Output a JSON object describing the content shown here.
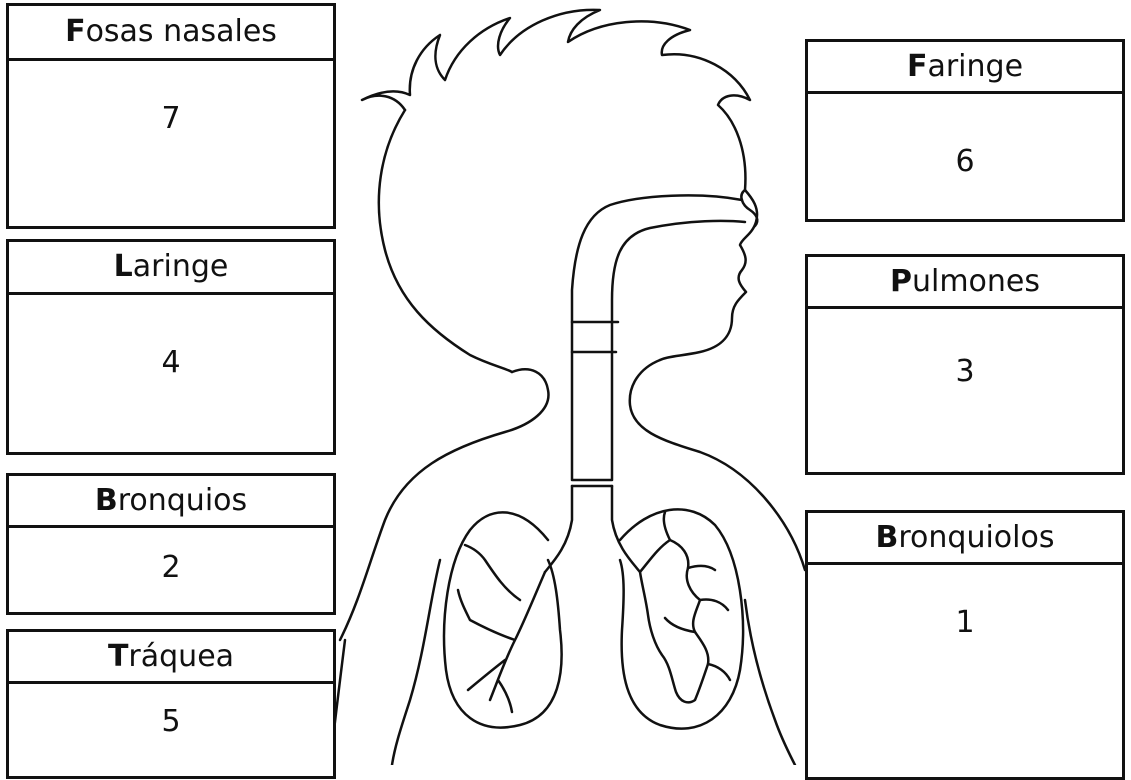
{
  "boxes": [
    {
      "id": "fosas-nasales",
      "initial": "F",
      "rest": "osas nasales",
      "number": "7"
    },
    {
      "id": "laringe",
      "initial": "L",
      "rest": "aringe",
      "number": "4"
    },
    {
      "id": "bronquios",
      "initial": "B",
      "rest": "ronquios",
      "number": "2"
    },
    {
      "id": "traquea",
      "initial": "T",
      "rest": "ráquea",
      "number": "5"
    },
    {
      "id": "faringe",
      "initial": "F",
      "rest": "aringe",
      "number": "6"
    },
    {
      "id": "pulmones",
      "initial": "P",
      "rest": "ulmones",
      "number": "3"
    },
    {
      "id": "bronquiolos",
      "initial": "B",
      "rest": "ronquiolos",
      "number": "1"
    }
  ]
}
